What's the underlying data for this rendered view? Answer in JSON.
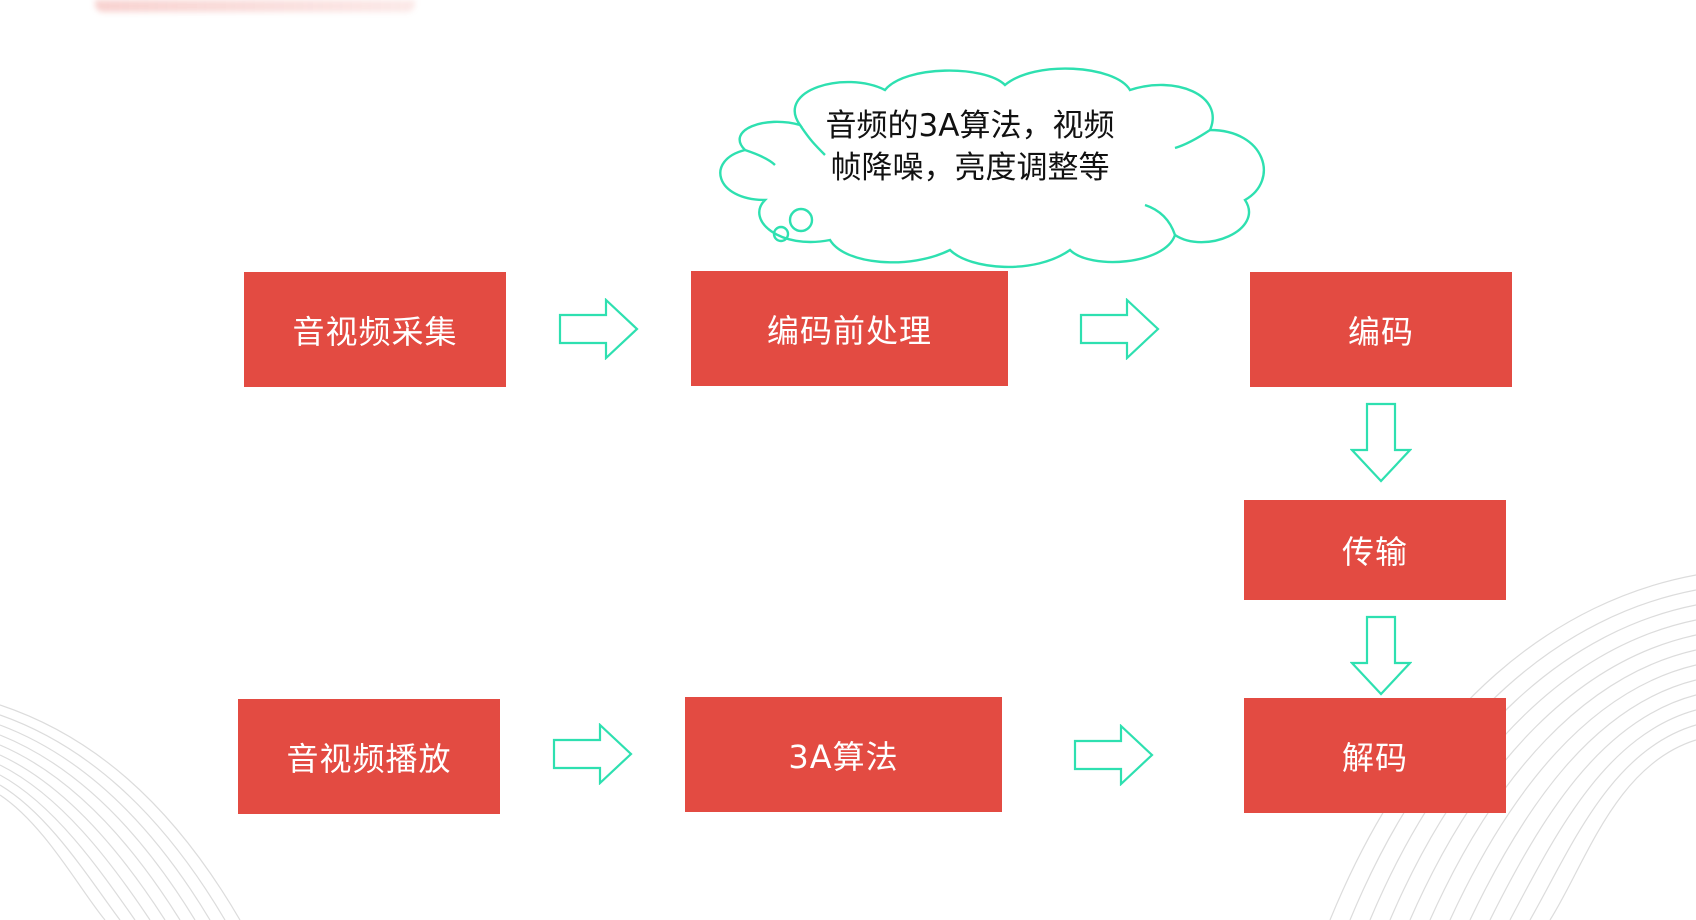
{
  "colors": {
    "box": "#e34b42",
    "arrow": "#2ee0b0",
    "text_light": "#ffffff",
    "text_dark": "#111111"
  },
  "boxes": {
    "capture": "音视频采集",
    "preprocess": "编码前处理",
    "encode": "编码",
    "transmit": "传输",
    "decode": "解码",
    "aec": "3A算法",
    "playback": "音视频播放"
  },
  "cloud": {
    "line1": "音频的3A算法，视频",
    "line2": "帧降噪，亮度调整等"
  },
  "icons": {
    "right": "arrow-right-icon",
    "down": "arrow-down-icon",
    "thought": "thought-cloud-icon"
  }
}
